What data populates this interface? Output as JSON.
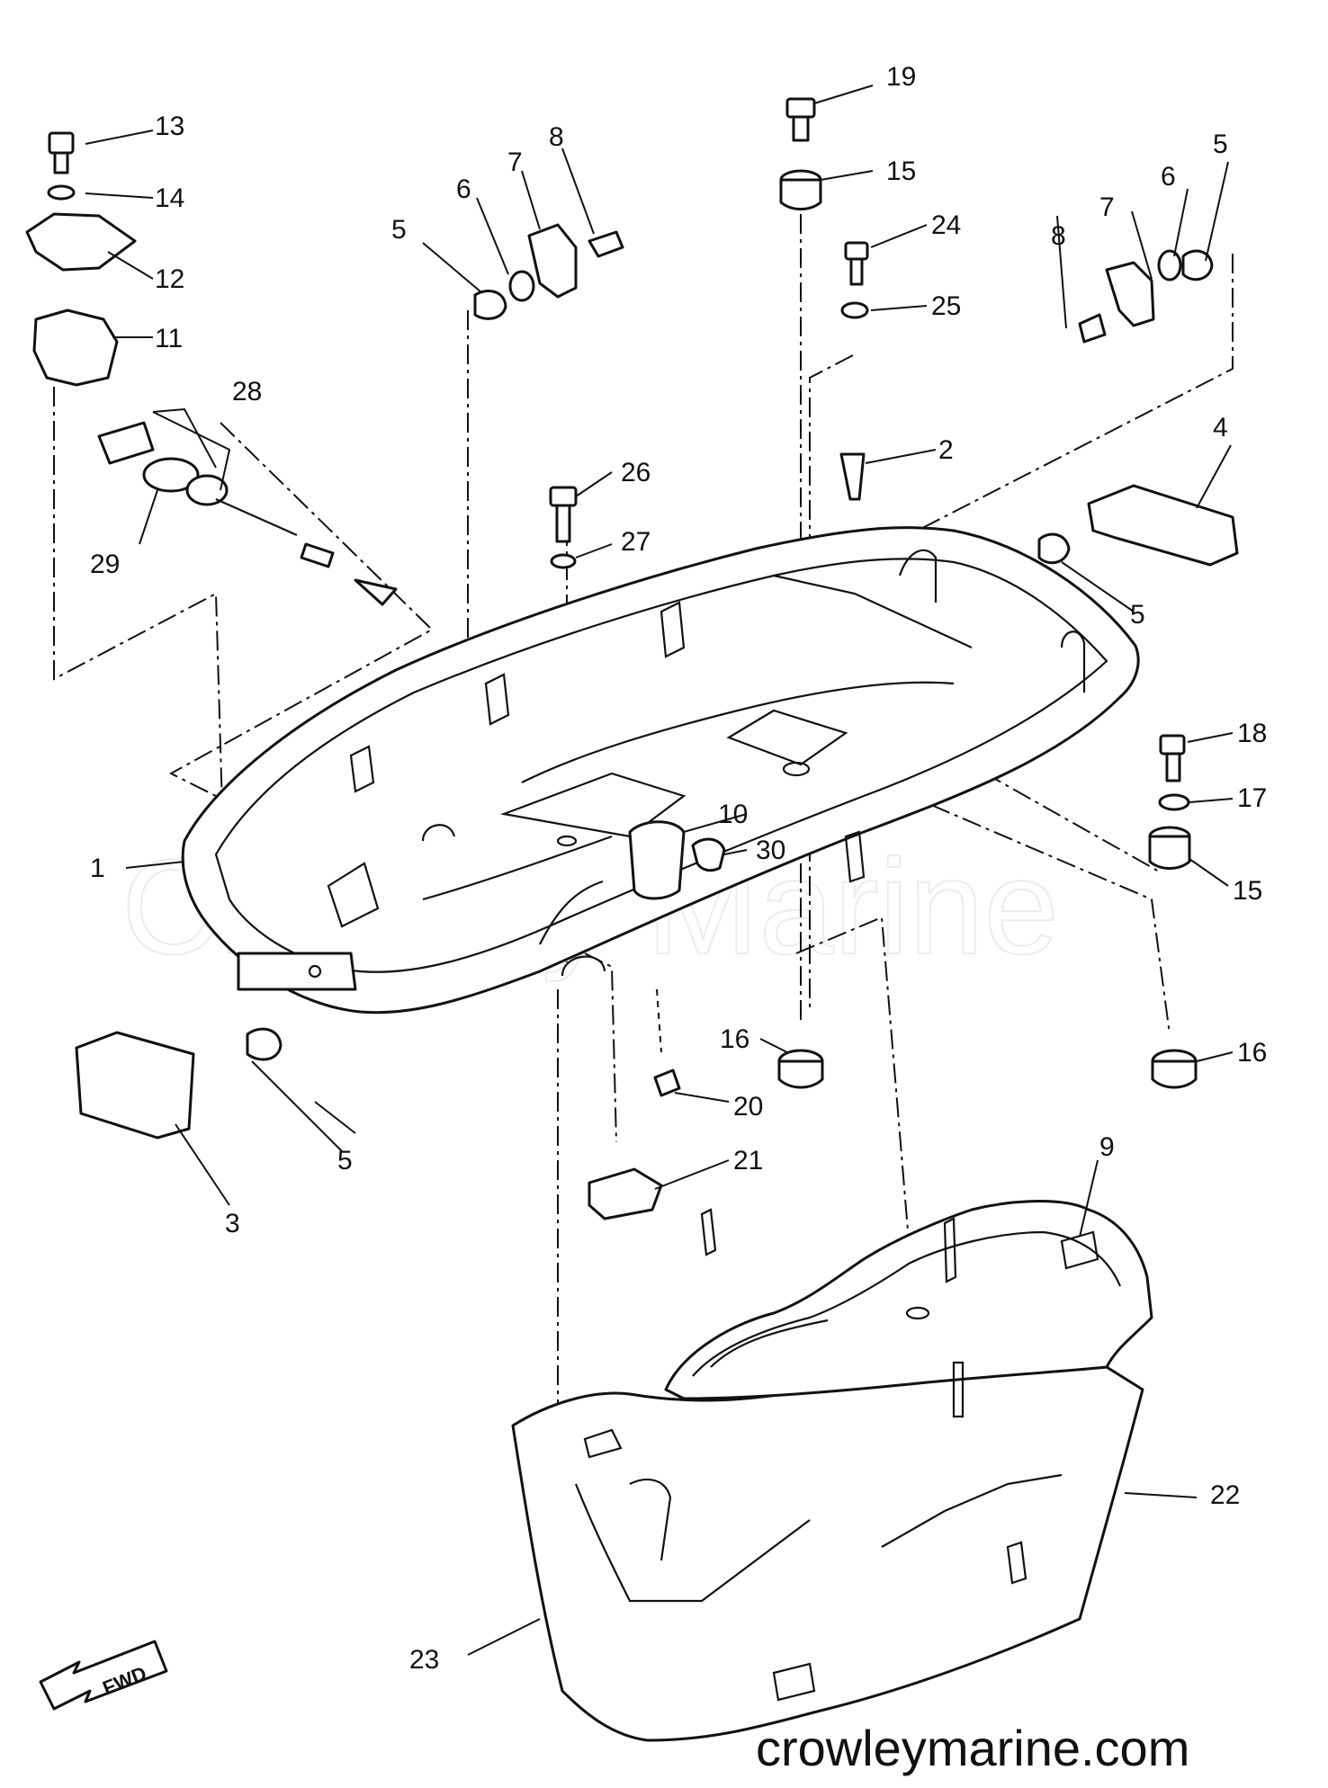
{
  "watermark": "Crowley Marine",
  "brand_text": "crowleymarine.com",
  "fwd_label": "FWD",
  "callouts": [
    {
      "id": "c1",
      "label": "1"
    },
    {
      "id": "c2",
      "label": "2"
    },
    {
      "id": "c3",
      "label": "3"
    },
    {
      "id": "c4",
      "label": "4"
    },
    {
      "id": "c5a",
      "label": "5"
    },
    {
      "id": "c5b",
      "label": "5"
    },
    {
      "id": "c5c",
      "label": "5"
    },
    {
      "id": "c5d",
      "label": "5"
    },
    {
      "id": "c6a",
      "label": "6"
    },
    {
      "id": "c6b",
      "label": "6"
    },
    {
      "id": "c7a",
      "label": "7"
    },
    {
      "id": "c7b",
      "label": "7"
    },
    {
      "id": "c8a",
      "label": "8"
    },
    {
      "id": "c8b",
      "label": "8"
    },
    {
      "id": "c9",
      "label": "9"
    },
    {
      "id": "c10",
      "label": "10"
    },
    {
      "id": "c11",
      "label": "11"
    },
    {
      "id": "c12",
      "label": "12"
    },
    {
      "id": "c13",
      "label": "13"
    },
    {
      "id": "c14",
      "label": "14"
    },
    {
      "id": "c15a",
      "label": "15"
    },
    {
      "id": "c15b",
      "label": "15"
    },
    {
      "id": "c16a",
      "label": "16"
    },
    {
      "id": "c16b",
      "label": "16"
    },
    {
      "id": "c17",
      "label": "17"
    },
    {
      "id": "c18",
      "label": "18"
    },
    {
      "id": "c19",
      "label": "19"
    },
    {
      "id": "c20",
      "label": "20"
    },
    {
      "id": "c21",
      "label": "21"
    },
    {
      "id": "c22",
      "label": "22"
    },
    {
      "id": "c23",
      "label": "23"
    },
    {
      "id": "c24",
      "label": "24"
    },
    {
      "id": "c25",
      "label": "25"
    },
    {
      "id": "c26",
      "label": "26"
    },
    {
      "id": "c27",
      "label": "27"
    },
    {
      "id": "c28",
      "label": "28"
    },
    {
      "id": "c29",
      "label": "29"
    },
    {
      "id": "c30",
      "label": "30"
    }
  ]
}
